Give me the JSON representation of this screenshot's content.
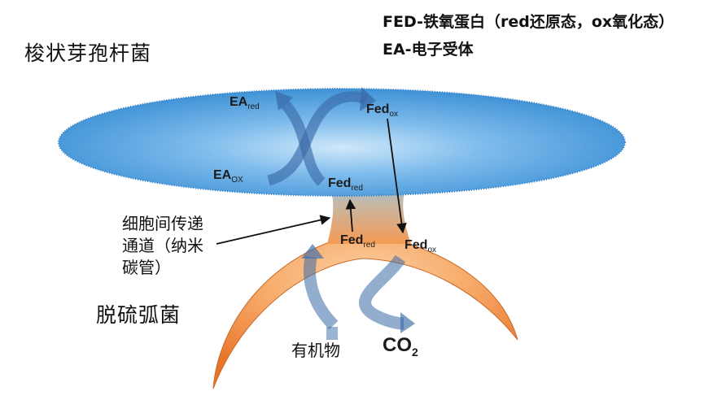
{
  "legend": {
    "line1": "FED-铁氧蛋白（red还原态，ox氧化态）",
    "line2": "EA-电子受体"
  },
  "organisms": {
    "top": "梭状芽孢杆菌",
    "bottom": "脱硫弧菌"
  },
  "nanotube_label": {
    "line1": "细胞间传递",
    "line2": "通道（纳米",
    "line3": "碳管）"
  },
  "molecules": {
    "ea_red": {
      "base": "EA",
      "sub": "red"
    },
    "ea_ox": {
      "base": "EA",
      "sub": "OX"
    },
    "fed_ox_top": {
      "base": "Fed",
      "sub": "ox"
    },
    "fed_red_top": {
      "base": "Fed",
      "sub": "red"
    },
    "fed_red_bottom": {
      "base": "Fed",
      "sub": "red"
    },
    "fed_ox_bottom": {
      "base": "Fed",
      "sub": "ox"
    },
    "co2": {
      "base": "CO",
      "sub": "2"
    }
  },
  "substrate_label": "有机物",
  "colors": {
    "top_cell": "#5aa6e4",
    "bottom_cell": "#f59a55",
    "arrow": "#3a6aa8"
  }
}
